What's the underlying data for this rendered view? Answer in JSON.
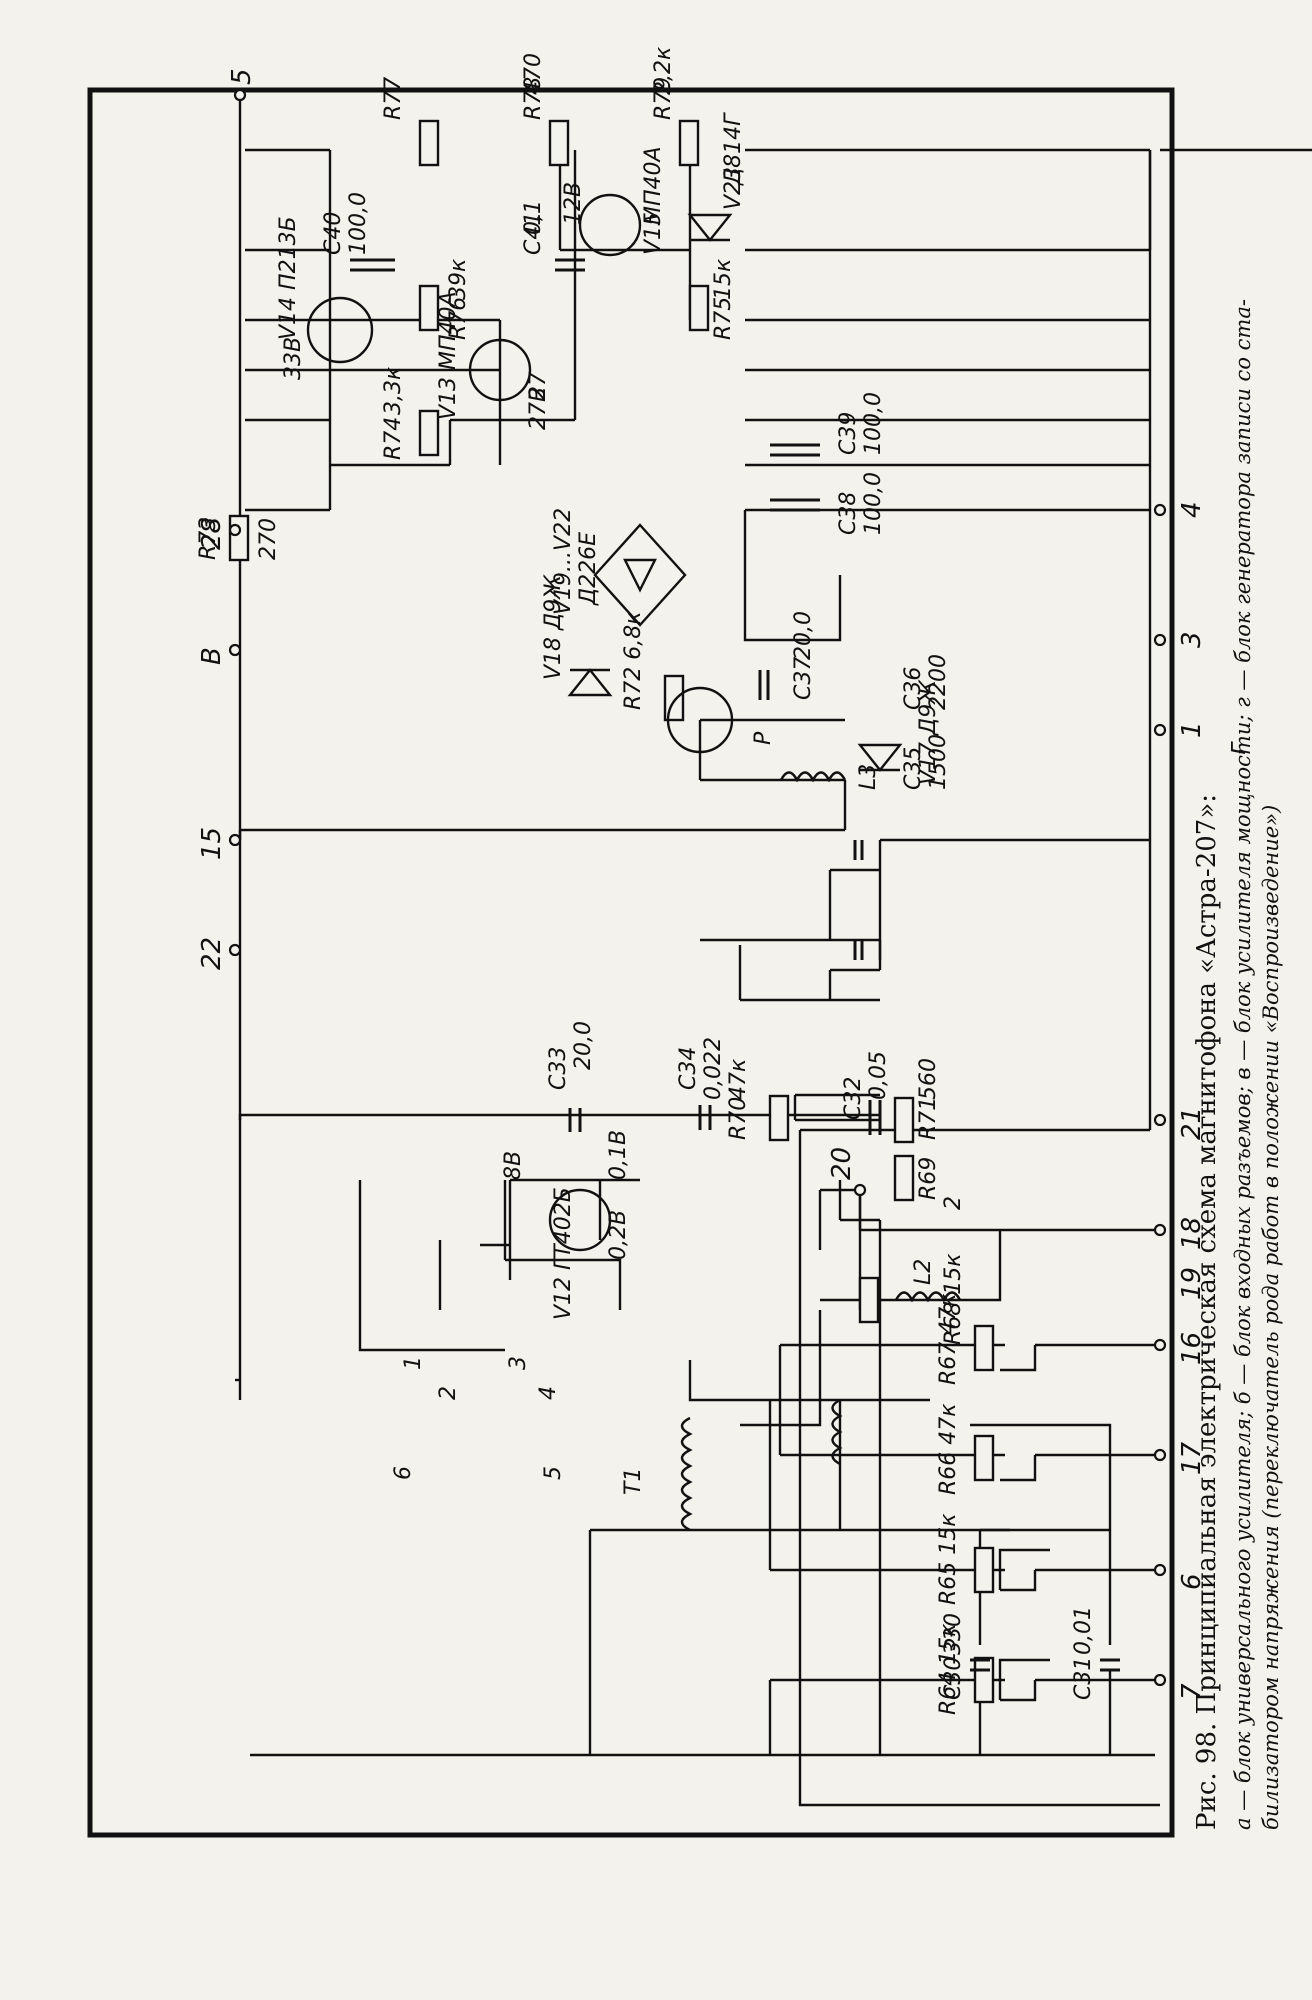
{
  "caption": {
    "title": "Рис. 98. Принципиальная электрическая схема магнитофона «Астра-207»:",
    "line1": "а — блок универсального усилителя; б — блок входных разъемов; в — блок усилителя мощности; г — блок генератора записи со ста-",
    "line2": "билизатором напряжения (переключатель рода работ в положении «Воспроизведение»)"
  },
  "terminals": [
    "7",
    "6",
    "17",
    "16",
    "19",
    "18",
    "20",
    "21",
    "22",
    "15",
    "В",
    "28",
    "1",
    "3",
    "4",
    "5"
  ],
  "block_label": "г",
  "components": {
    "R64": "R64 15к",
    "R65": "R65 15к",
    "R66": "R66 47к",
    "R67": "R67 47к",
    "R68": "R68 15к",
    "R69": "R69",
    "R69_val": "2",
    "R70": "R70",
    "R70_val": "47к",
    "R71": "R71",
    "R71_val": "560",
    "R72": "R72 6,8к",
    "R73": "R73",
    "R73_val": "270",
    "R74": "R74",
    "R74_val": "3,3к",
    "R75": "R75",
    "R75_val": "15к",
    "R76": "R76",
    "R76_val": "39к",
    "R77": "R77",
    "R78": "R78",
    "R78_val": "470",
    "R79": "R79",
    "R79_val": "2,2к",
    "C30": "C30",
    "C30_val": "330",
    "C31": "C31",
    "C31_val": "0,01",
    "C32": "C32",
    "C32_val": "0,05",
    "C33": "C33",
    "C33_val": "20,0",
    "C34": "C34",
    "C34_val": "0,022",
    "C35": "C35",
    "C35_val": "1500",
    "C36": "C36",
    "C36_val": "2200",
    "C37": "C37",
    "C37_val": "20,0",
    "C38": "C38",
    "C38_val": "100,0",
    "C39": "C39",
    "C39_val": "100,0",
    "C40": "C40",
    "C40_val": "100,0",
    "C41": "C41",
    "C41_val": "0,1",
    "L2": "L2",
    "L3": "L3",
    "T1": "T1",
    "V12": "V12 ГТ402Б",
    "V13": "V13 МП40А",
    "V14": "V14 П213Б",
    "V15": "V15",
    "V15_type": "МП40А",
    "V17": "V17 Д9Ж",
    "V18": "V18 Д9Ж",
    "V19_22": "V19...V22",
    "V19_22_type": "Д226Е",
    "V23": "V23",
    "V23_type": "Д814Г",
    "P": "Р"
  },
  "voltages": [
    "0,2В",
    "0,1В",
    "8В",
    "27",
    "27В",
    "33В",
    "12В"
  ],
  "winding_numbers": [
    "1",
    "2",
    "3",
    "4",
    "5",
    "6"
  ]
}
